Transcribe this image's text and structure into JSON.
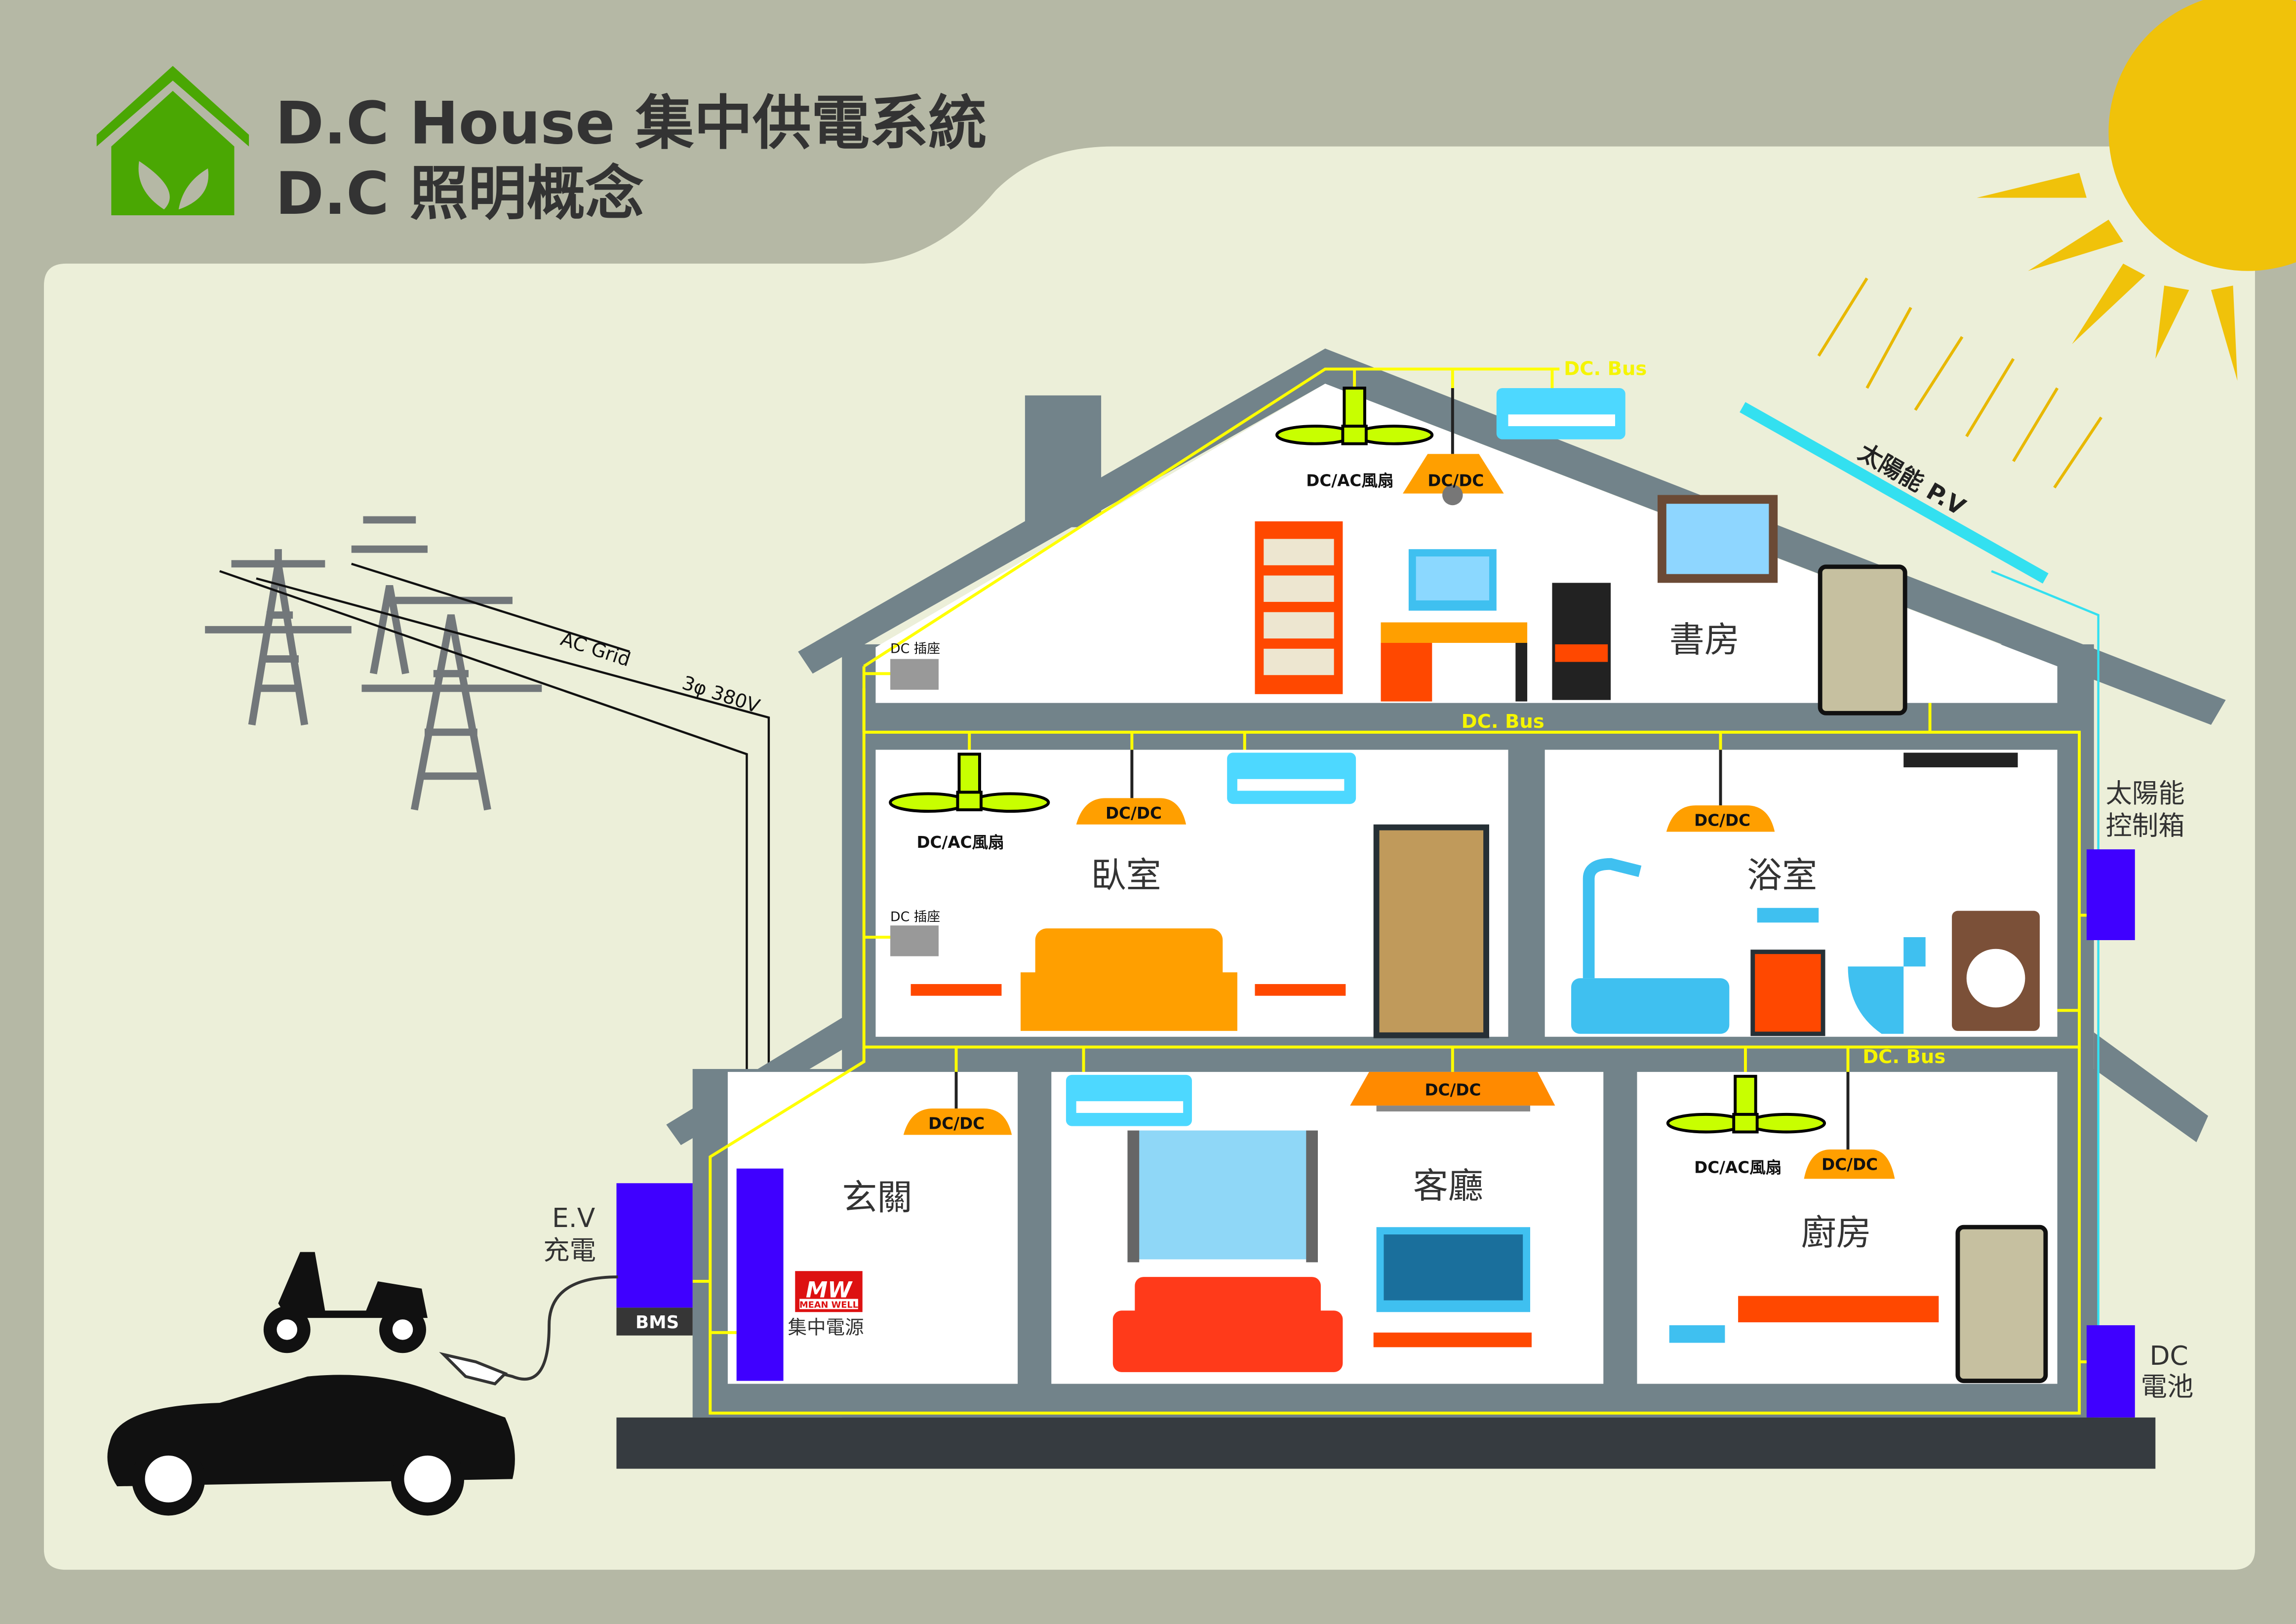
{
  "header": {
    "title_line1": "D.C House 集中供電系統",
    "title_line2": "D.C 照明概念"
  },
  "grid": {
    "ac_grid": "AC Grid",
    "voltage": "3φ 380V"
  },
  "solar": {
    "pv_label": "太陽能 P.V",
    "controller_line1": "太陽能",
    "controller_line2": "控制箱"
  },
  "battery": {
    "line1": "DC",
    "line2": "電池"
  },
  "ev": {
    "line1": "E.V",
    "line2": "充電",
    "bms": "BMS"
  },
  "power_supply": {
    "logo_mark": "MW",
    "logo_brand": "MEAN WELL",
    "label": "集中電源"
  },
  "bus_labels": [
    "DC. Bus",
    "DC. Bus",
    "DC. Bus"
  ],
  "rooms": {
    "study": "書房",
    "bedroom": "臥室",
    "bathroom": "浴室",
    "entrance": "玄關",
    "living": "客廳",
    "kitchen": "廚房"
  },
  "devices": {
    "fan_label": "DC/AC風扇",
    "dcdc_label": "DC/DC",
    "socket_label": "DC 插座"
  },
  "colors": {
    "bus": "#ffff00",
    "wall": "#72838a",
    "module": "#3f00ff",
    "sun": "#f0c20a",
    "logo": "#4aa703"
  }
}
